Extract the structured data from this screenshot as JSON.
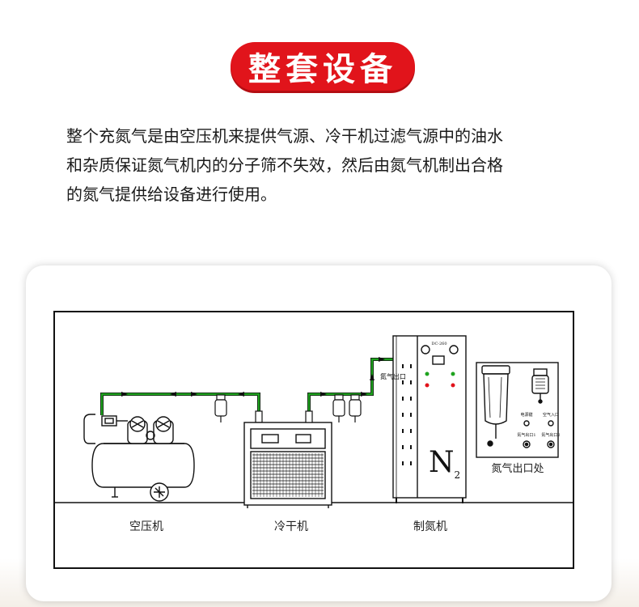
{
  "header": {
    "title": "整套设备"
  },
  "intro": {
    "line1": "整个充氮气是由空压机来提供气源、冷干机过滤气源中的油水",
    "line2": "和杂质保证氮气机内的分子筛不失效，然后由氮气机制出合格",
    "line3": "的氮气提供给设备进行使用。"
  },
  "diagram": {
    "labels": {
      "compressor": "空压机",
      "dryer": "冷干机",
      "generator": "制氮机",
      "outlet": "氮气出口处"
    },
    "generator_panel": {
      "model": "DC-260",
      "outlet_tag": "氮气出口",
      "symbol_main": "N",
      "symbol_sub": "2"
    },
    "outlet_panel": {
      "label_left_top": "电源键",
      "label_right_top": "空气入口",
      "label_left_bottom": "氮气出口1",
      "label_right_bottom": "氮气出口2"
    },
    "colors": {
      "pipe": "#1fa31f",
      "line": "#111111",
      "accent": "#e1141b"
    }
  }
}
